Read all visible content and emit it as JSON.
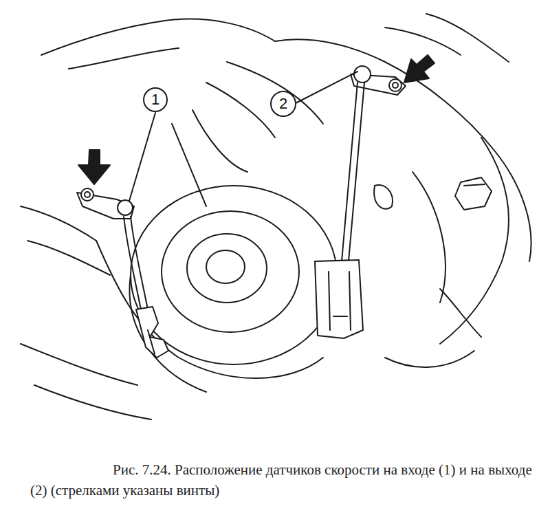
{
  "diagram": {
    "caption": "Рис. 7.24. Расположение датчиков скорости на входе (1) и на выходе (2) (стрелками указаны винты)",
    "labels": [
      "1",
      "2"
    ]
  }
}
